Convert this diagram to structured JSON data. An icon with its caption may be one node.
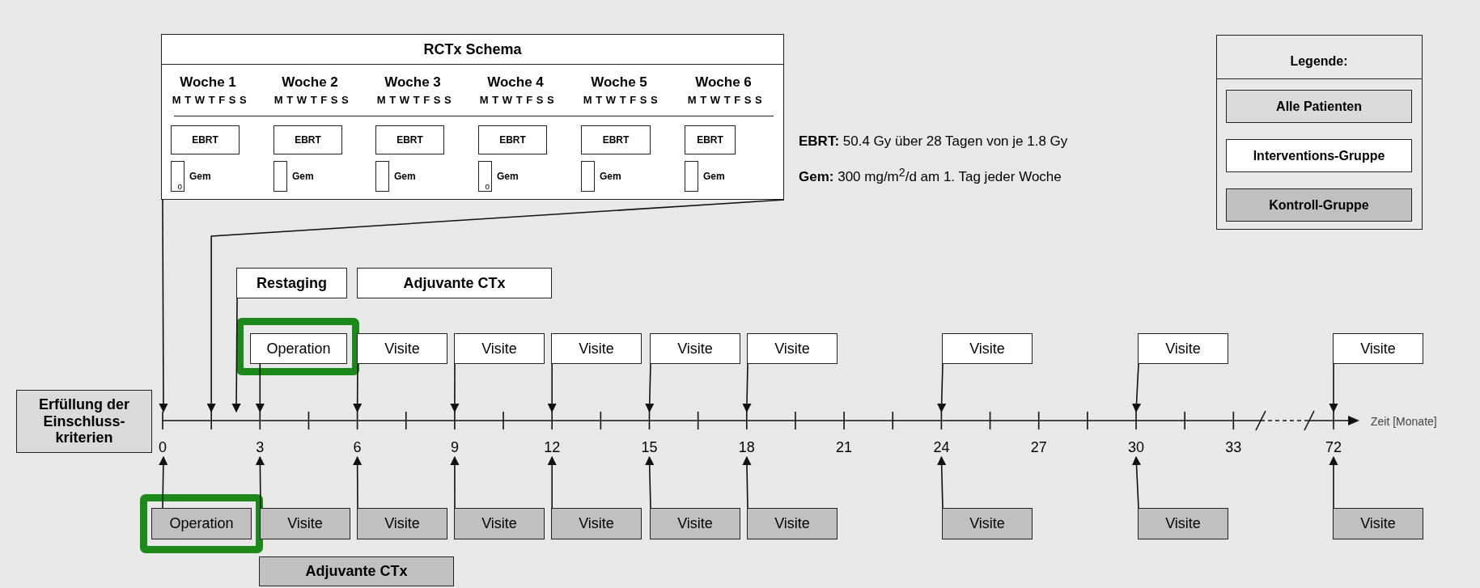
{
  "diagram": {
    "nodes": [
      {
        "text": [
          "RCTx Schema"
        ]
      },
      {
        "text": [
          "EBRT"
        ],
        "in": 0
      },
      {
        "text": [
          "EBRT"
        ],
        "in": 0
      },
      {
        "text": [
          "EBRT"
        ],
        "in": 0
      },
      {
        "text": [
          "EBRT"
        ],
        "in": 0
      },
      {
        "text": [
          "EBRT"
        ],
        "in": 0
      },
      {
        "text": [
          "EBRT"
        ],
        "in": 0
      },
      {
        "text": [
          "o"
        ],
        "in": 0,
        "beside": [
          "Gem"
        ]
      },
      {
        "text": [],
        "shape": "box",
        "in": 0,
        "beside": [
          "Gem"
        ]
      },
      {
        "text": [],
        "shape": "box",
        "in": 0,
        "beside": [
          "Gem"
        ]
      },
      {
        "text": [
          "o"
        ],
        "in": 0,
        "beside": [
          "Gem"
        ]
      },
      {
        "text": [],
        "shape": "box",
        "in": 0,
        "beside": [
          "Gem"
        ]
      },
      {
        "text": [],
        "shape": "box",
        "in": 0,
        "beside": [
          "Gem"
        ]
      },
      {
        "text": [
          "Restaging"
        ]
      },
      {
        "text": [
          "Adjuvante CTx"
        ]
      },
      {
        "text": [
          "Operation"
        ]
      },
      {
        "text": [
          "Visite"
        ]
      },
      {
        "text": [
          "Visite"
        ]
      },
      {
        "text": [
          "Visite"
        ]
      },
      {
        "text": [
          "Visite"
        ]
      },
      {
        "text": [
          "Visite"
        ]
      },
      {
        "text": [
          "Visite"
        ]
      },
      {
        "text": [
          "Visite"
        ]
      },
      {
        "text": [
          "Visite"
        ]
      },
      {
        "text": [
          "Erfüllung der Einschluss-kriterien"
        ]
      },
      {
        "text": [
          "Operation"
        ]
      },
      {
        "text": [
          "Visite"
        ]
      },
      {
        "text": [
          "Visite"
        ]
      },
      {
        "text": [
          "Visite"
        ]
      },
      {
        "text": [
          "Visite"
        ]
      },
      {
        "text": [
          "Visite"
        ]
      },
      {
        "text": [
          "Visite"
        ]
      },
      {
        "text": [
          "Visite"
        ]
      },
      {
        "text": [
          "Visite"
        ]
      },
      {
        "text": [
          "Visite"
        ]
      },
      {
        "text": [
          "Adjuvante CTx"
        ]
      },
      {
        "text": [],
        "shape": "bar"
      }
    ],
    "edges": [
      {
        "from": 0,
        "to": 36,
        "arrow": "to"
      },
      {
        "from": 0,
        "to": 36,
        "arrow": "to"
      },
      {
        "from": 13,
        "to": 36,
        "arrow": "to"
      },
      {
        "from": 15,
        "to": 36,
        "arrow": "to"
      },
      {
        "from": 16,
        "to": 36,
        "arrow": "to"
      },
      {
        "from": 17,
        "to": 36,
        "arrow": "to"
      },
      {
        "from": 18,
        "to": 36,
        "arrow": "to"
      },
      {
        "from": 19,
        "to": 36,
        "arrow": "to"
      },
      {
        "from": 20,
        "to": 36,
        "arrow": "to"
      },
      {
        "from": 21,
        "to": 36,
        "arrow": "to"
      },
      {
        "from": 22,
        "to": 36,
        "arrow": "to"
      },
      {
        "from": 23,
        "to": 36,
        "arrow": "to"
      },
      {
        "from": 25,
        "to": 36,
        "arrow": "to"
      },
      {
        "from": 26,
        "to": 36,
        "arrow": "to"
      },
      {
        "from": 27,
        "to": 36,
        "arrow": "to"
      },
      {
        "from": 28,
        "to": 36,
        "arrow": "to"
      },
      {
        "from": 29,
        "to": 36,
        "arrow": "to"
      },
      {
        "from": 30,
        "to": 36,
        "arrow": "to"
      },
      {
        "from": 31,
        "to": 36,
        "arrow": "to"
      },
      {
        "from": 32,
        "to": 36,
        "arrow": "to"
      },
      {
        "from": 33,
        "to": 36,
        "arrow": "to"
      },
      {
        "from": 34,
        "to": 36,
        "arrow": "to"
      }
    ],
    "labels": [
      "Woche 1",
      "Woche 2",
      "Woche 3",
      "Woche 4",
      "Woche 5",
      "Woche 6",
      "M T W T F S S",
      "M T W T F S S",
      "M T W T F S S",
      "M T W T F S S",
      "M T W T F S S",
      "M T W T F S S",
      "Legende:",
      "**EBRT:** 50.4 Gy über 28 Tagen von je 1.8 Gy",
      "**Gem:** 300 mg/m$^{2}$/d am 1. Tag jeder Woche",
      "0",
      "3",
      "6",
      "9",
      "12",
      "15",
      "18",
      "21",
      "24",
      "27",
      "30",
      "33",
      "72",
      "Zeit [Monate]"
    ],
    "legend": [
      {
        "text": "Alle Patienten",
        "color": "#dadada"
      },
      {
        "text": "Interventions-Gruppe",
        "color": "#ffffff"
      },
      {
        "text": "Kontroll-Gruppe",
        "color": "#c0c0c0"
      }
    ]
  }
}
